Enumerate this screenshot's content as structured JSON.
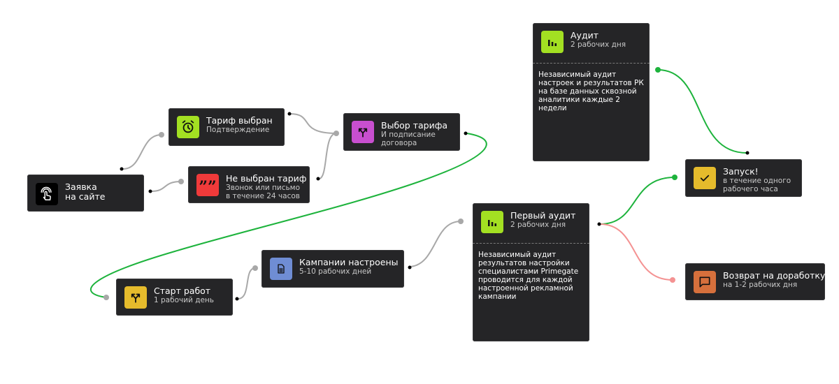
{
  "nodes": {
    "request": {
      "title": "Заявка\nна сайте",
      "icon": "touch-icon",
      "icon_color": "#000000"
    },
    "tariff_selected": {
      "title": "Тариф выбран",
      "subtitle": "Подтверждение",
      "icon": "alarm-clock-icon",
      "icon_color": "#a3e022"
    },
    "tariff_not_selected": {
      "title": "Не выбран тариф",
      "subtitle": "Звонок или письмо\nв течение 24 часов",
      "icon": "quote-icon",
      "icon_color": "#f03a3a"
    },
    "tariff_choice": {
      "title": "Выбор тарифа",
      "subtitle": "И подписание\nдоговора",
      "icon": "split-arrows-icon",
      "icon_color": "#c84fcf"
    },
    "audit": {
      "title": "Аудит",
      "subtitle": "2 рабочих дня",
      "icon": "bar-chart-icon",
      "icon_color": "#a3e022",
      "body": "Независимый аудит\nнастроек и результатов РК\nна базе данных сквозной\nаналитики каждые 2\nнедели"
    },
    "launch": {
      "title": "Запуск!",
      "subtitle": "в течение одного\nрабочего часа",
      "icon": "checkmark-icon",
      "icon_color": "#e5bb2c"
    },
    "first_audit": {
      "title": "Первый аудит",
      "subtitle": "2 рабочих дня",
      "icon": "bar-chart-icon",
      "icon_color": "#a3e022",
      "body": "Независимый аудит\nрезультатов настройки\nспециалистами Primegate\nпроводится для каждой\nнастроенной рекламной\nкампании"
    },
    "return": {
      "title": "Возврат на доработку",
      "subtitle": "на 1-2 рабочих дня",
      "icon": "chat-bubble-icon",
      "icon_color": "#d6703c"
    },
    "campaigns": {
      "title": "Кампании настроены",
      "subtitle": "5-10 рабочих дней",
      "icon": "document-icon",
      "icon_color": "#6f8dd4"
    },
    "start": {
      "title": "Старт работ",
      "subtitle": "1 рабочий день",
      "icon": "split-arrows-icon",
      "icon_color": "#e5bb2c"
    }
  },
  "colors": {
    "node_bg": "#252527",
    "wire_default": "#a8a8a8",
    "wire_success": "#1db33c",
    "wire_fail": "#f49292"
  },
  "connections": [
    {
      "from": "request",
      "to": "tariff_selected",
      "kind": "default"
    },
    {
      "from": "request",
      "to": "tariff_not_selected",
      "kind": "default"
    },
    {
      "from": "tariff_selected",
      "to": "tariff_choice",
      "kind": "default"
    },
    {
      "from": "tariff_not_selected",
      "to": "tariff_choice",
      "kind": "default"
    },
    {
      "from": "tariff_choice",
      "to": "start",
      "kind": "success"
    },
    {
      "from": "start",
      "to": "campaigns",
      "kind": "default"
    },
    {
      "from": "campaigns",
      "to": "first_audit",
      "kind": "default"
    },
    {
      "from": "first_audit",
      "to": "launch",
      "kind": "success"
    },
    {
      "from": "first_audit",
      "to": "return",
      "kind": "fail"
    },
    {
      "from": "audit",
      "to": "launch",
      "kind": "success"
    }
  ]
}
